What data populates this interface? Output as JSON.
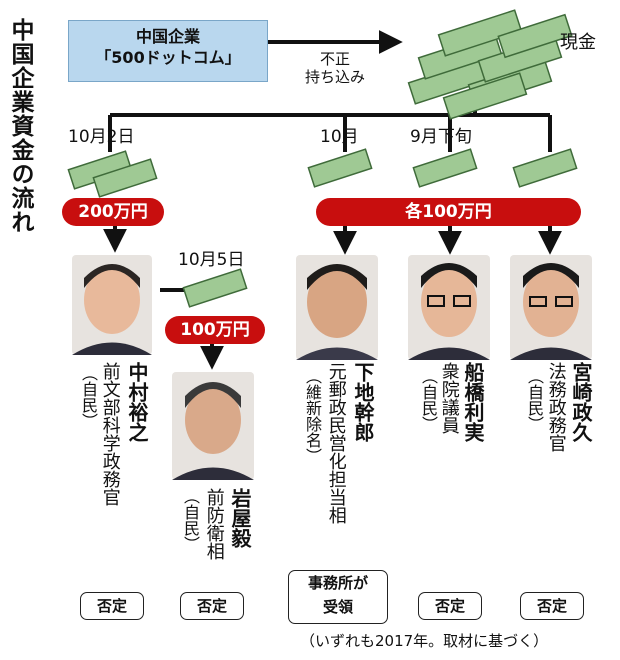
{
  "title": "中国企業資金の流れ",
  "company": {
    "line1": "中国企業",
    "line2": "「500ドットコム」"
  },
  "cash_label": "現金",
  "flow_label_1": "不正",
  "flow_label_2": "持ち込み",
  "dates": {
    "nakamura": "10月2日",
    "iwaya": "10月5日",
    "shimoji": "10月",
    "funabashi": "9月下旬"
  },
  "amounts": {
    "nakamura": "200万円",
    "iwaya": "100万円",
    "shared": "各100万円"
  },
  "persons": [
    {
      "name": "中村裕之",
      "title": "前文部科学政務官",
      "party": "（自民）",
      "response": "否定"
    },
    {
      "name": "岩屋毅",
      "title": "前防衛相",
      "party": "（自民）",
      "response": "否定"
    },
    {
      "name": "下地幹郎",
      "title": "元郵政民営化担当相",
      "party": "（維新除名）",
      "response_line1": "事務所が",
      "response_line2": "受領"
    },
    {
      "name": "船橋利実",
      "title": "衆院議員",
      "party": "（自民）",
      "response": "否定"
    },
    {
      "name": "宮崎政久",
      "title": "法務政務官",
      "party": "（自民）",
      "response": "否定"
    }
  ],
  "footnote": "（いずれも2017年。取材に基づく）",
  "colors": {
    "money_red": "#c80e0e",
    "company_blue": "#b9d7ee",
    "bill_green": "#9fc994"
  }
}
